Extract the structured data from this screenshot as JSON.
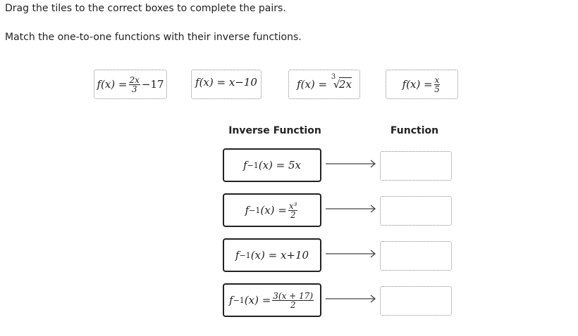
{
  "instructions": {
    "line1": "Drag the tiles to the correct boxes to complete the pairs.",
    "line2": "Match the one-to-one functions with their inverse functions."
  },
  "tiles": [
    {
      "lhs": "f(x) =",
      "num": "2x",
      "den": "3",
      "tail": "−17"
    },
    {
      "lhs": "f(x) =",
      "expr": "x−10"
    },
    {
      "lhs": "f(x) =",
      "root_index": "3",
      "radicand": "2x"
    },
    {
      "lhs": "f(x) =",
      "num": "x",
      "den": "5"
    }
  ],
  "headers": {
    "inverse": "Inverse Function",
    "function": "Function"
  },
  "inverses": [
    {
      "f": "f",
      "sup": "−1",
      "arg": "(x) =",
      "expr": "5x"
    },
    {
      "f": "f",
      "sup": "−1",
      "arg": "(x) =",
      "num": "x³",
      "den": "2"
    },
    {
      "f": "f",
      "sup": "−1",
      "arg": "(x) =",
      "expr": "x+10"
    },
    {
      "f": "f",
      "sup": "−1",
      "arg": "(x) =",
      "num": "3(x + 17)",
      "den": "2"
    }
  ]
}
